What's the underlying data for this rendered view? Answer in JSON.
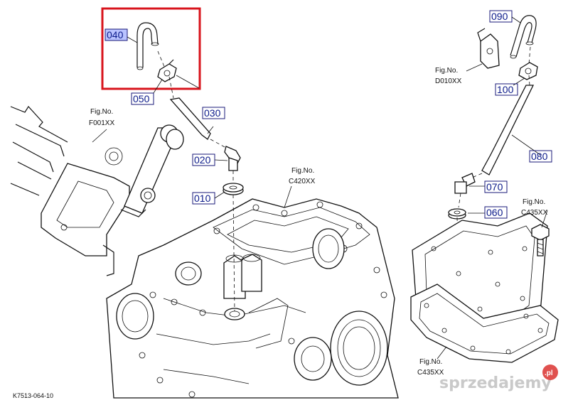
{
  "callouts": {
    "c040": "040",
    "c050": "050",
    "c030": "030",
    "c020": "020",
    "c010": "010",
    "c090": "090",
    "c100": "100",
    "c080": "080",
    "c070": "070",
    "c060": "060"
  },
  "fig_refs": {
    "f001_label": "Fig.No.",
    "f001_code": "F001XX",
    "c420_label": "Fig.No.",
    "c420_code": "C420XX",
    "d010_label": "Fig.No.",
    "d010_code": "D010XX",
    "c435a_label": "Fig.No.",
    "c435a_code": "C435XX",
    "c435b_label": "Fig.No.",
    "c435b_code": "C435XX"
  },
  "footer_code": "K7513-064-10",
  "watermark": "sprzedajemy",
  "watermark_badge": ".pl",
  "colors": {
    "highlight_box": "#d8141c",
    "callout_fill": "#b9c3ff",
    "callout_text": "#0b1a8a"
  }
}
